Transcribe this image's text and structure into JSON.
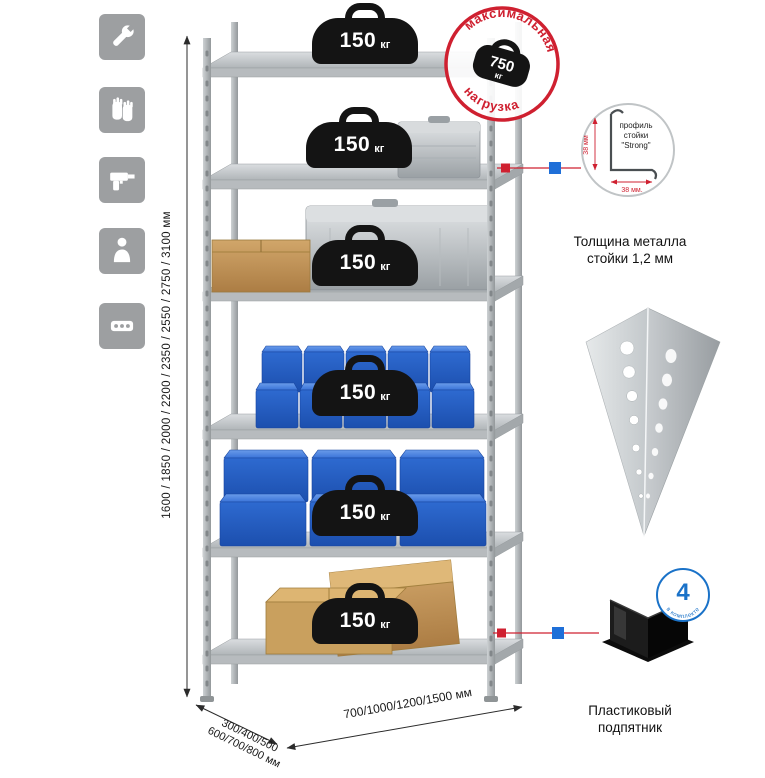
{
  "product": {
    "subject": "metal shelving rack infographic"
  },
  "colors": {
    "accent_red": "#cf2030",
    "accent_blue": "#1f6fd8",
    "bin_blue": "#2e6ad0",
    "metal_gray": "#c6cacc",
    "cardboard": "#c9a05e",
    "tile_gray": "#9d9fa1"
  },
  "feature_icons": [
    {
      "name": "wrench-icon"
    },
    {
      "name": "work-gloves-icon"
    },
    {
      "name": "drill-icon"
    },
    {
      "name": "person-height-icon"
    },
    {
      "name": "perforated-profile-icon"
    }
  ],
  "shelving": {
    "loads": [
      {
        "value": "150",
        "unit": "кг"
      },
      {
        "value": "150",
        "unit": "кг"
      },
      {
        "value": "150",
        "unit": "кг"
      },
      {
        "value": "150",
        "unit": "кг"
      },
      {
        "value": "150",
        "unit": "кг"
      },
      {
        "value": "150",
        "unit": "кг"
      }
    ]
  },
  "max_load_stamp": {
    "arc_top": "максимальная",
    "arc_bottom": "нагрузка",
    "value": "750",
    "unit": "кг"
  },
  "dimensions": {
    "height_label": "1600 / 1850 / 2000 / 2200 / 2350 / 2550 / 2750 / 3100 мм",
    "depth_line1": "300/400/500",
    "depth_line2": "600/700/800 мм",
    "width_label": "700/1000/1200/1500 мм"
  },
  "profile_callout": {
    "line1": "профиль",
    "line2": "стойки",
    "line3": "\"Strong\"",
    "dim_vertical": "38 мм",
    "dim_horizontal": "38 мм.",
    "caption_line1": "Толщина металла",
    "caption_line2": "стойки 1,2 мм"
  },
  "foot_callout": {
    "badge_value": "4",
    "badge_text": "в комплекте",
    "caption_line1": "Пластиковый",
    "caption_line2": "подпятник"
  }
}
